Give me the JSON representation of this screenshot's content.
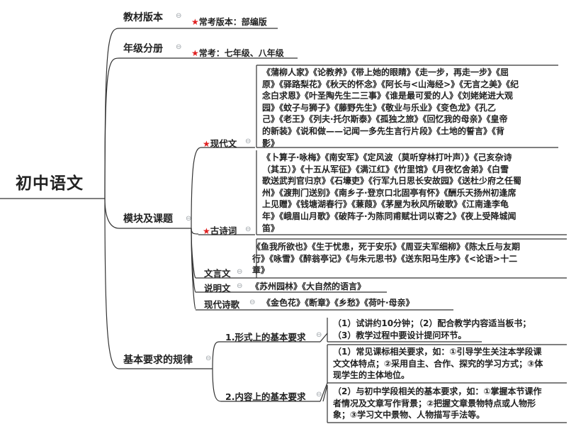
{
  "root": "初中语文",
  "circle_glyph": "⊖",
  "star_glyph": "★",
  "branches": {
    "edition": {
      "label": "教材版本",
      "detail": "常考版本：部编版"
    },
    "grade": {
      "label": "年级分册",
      "detail": "常考：七年级、八年级"
    },
    "modules": {
      "label": "模块及课题",
      "modern": {
        "label": "现代文",
        "lines": [
          "《蒲柳人家》《论教养》《带上她的眼睛》《走一步，再走一步》《屈",
          "原》《驿路梨花》《秋天的怀念》《阿长与<山海经>》《无言之美》《纪",
          "念白求恩》《叶圣陶先生二三事》《谁是最可爱的人》《刘姥姥进大观",
          "园》《蚊子与狮子》《藤野先生》《敬业与乐业》《变色龙》《孔乙",
          "己》《老王》《列夫·托尔斯泰》《孤独之旅》《回忆我的母亲》《皇帝",
          "的新装》《说和做——记闻一多先生言行片段》《土地的誓言》《背",
          "影》"
        ]
      },
      "ancient": {
        "label": "古诗词",
        "lines": [
          "《卜算子·咏梅》《南安军》《定风波（莫听穿林打叶声）》《己亥杂诗",
          "（其五）》《十五从军征》《满江红》《竹里馆》《月夜忆舍弟》《白雪",
          "歌送武判官归京》《石壕吏》《行军九日思长安故园》《送杜少府之任蜀",
          "州》《渡荆门送别》《南乡子·登京口北固亭有怀》《酬乐天扬州初逢席",
          "上见赠》《钱塘湖春行》《蒹葭》《茅屋为秋风所破歌》《江南逢李龟",
          "年》《峨眉山月歌》《破阵子·为陈同甫赋壮词以寄之》《夜上受降城闻",
          "笛》"
        ]
      },
      "classical": {
        "label": "文言文",
        "lines": [
          "《鱼我所欲也》《生于忧患，死于安乐》《周亚夫军细柳》《陈太丘与友期",
          "行》《咏雪》《醉翁亭记》《与朱元思书》《送东阳马生序》《<论语>十二",
          "章》"
        ]
      },
      "expository": {
        "label": "说明文",
        "lines": [
          "《苏州园林》《大自然的语言》"
        ]
      },
      "poetry": {
        "label": "现代诗歌",
        "lines": [
          "《金色花》《断章》《乡愁》《荷叶·母亲》"
        ]
      }
    },
    "rules": {
      "label": "基本要求的规律",
      "form": {
        "label": "1.形式上的基本要求",
        "lines": [
          "（1）试讲约10分钟；（2）配合教学内容适当板书；",
          "（3）教学过程中要设计提问环节。"
        ]
      },
      "content": {
        "label": "2.内容上的基本要求",
        "item1": [
          "（1）常见课标相关要求，如：①引导学生关注本学段课",
          "文文体特点；②采用自主、合作、探究的学习方式；③体",
          "现学生的主体地位。"
        ],
        "item2": [
          "（2）与初中学段相关的基本要求，如：①掌握本节课作",
          "者情况及文章写作背景；②把握文章景物特点或人物形",
          "象；③学习文中景物、人物描写手法等。"
        ]
      }
    }
  }
}
